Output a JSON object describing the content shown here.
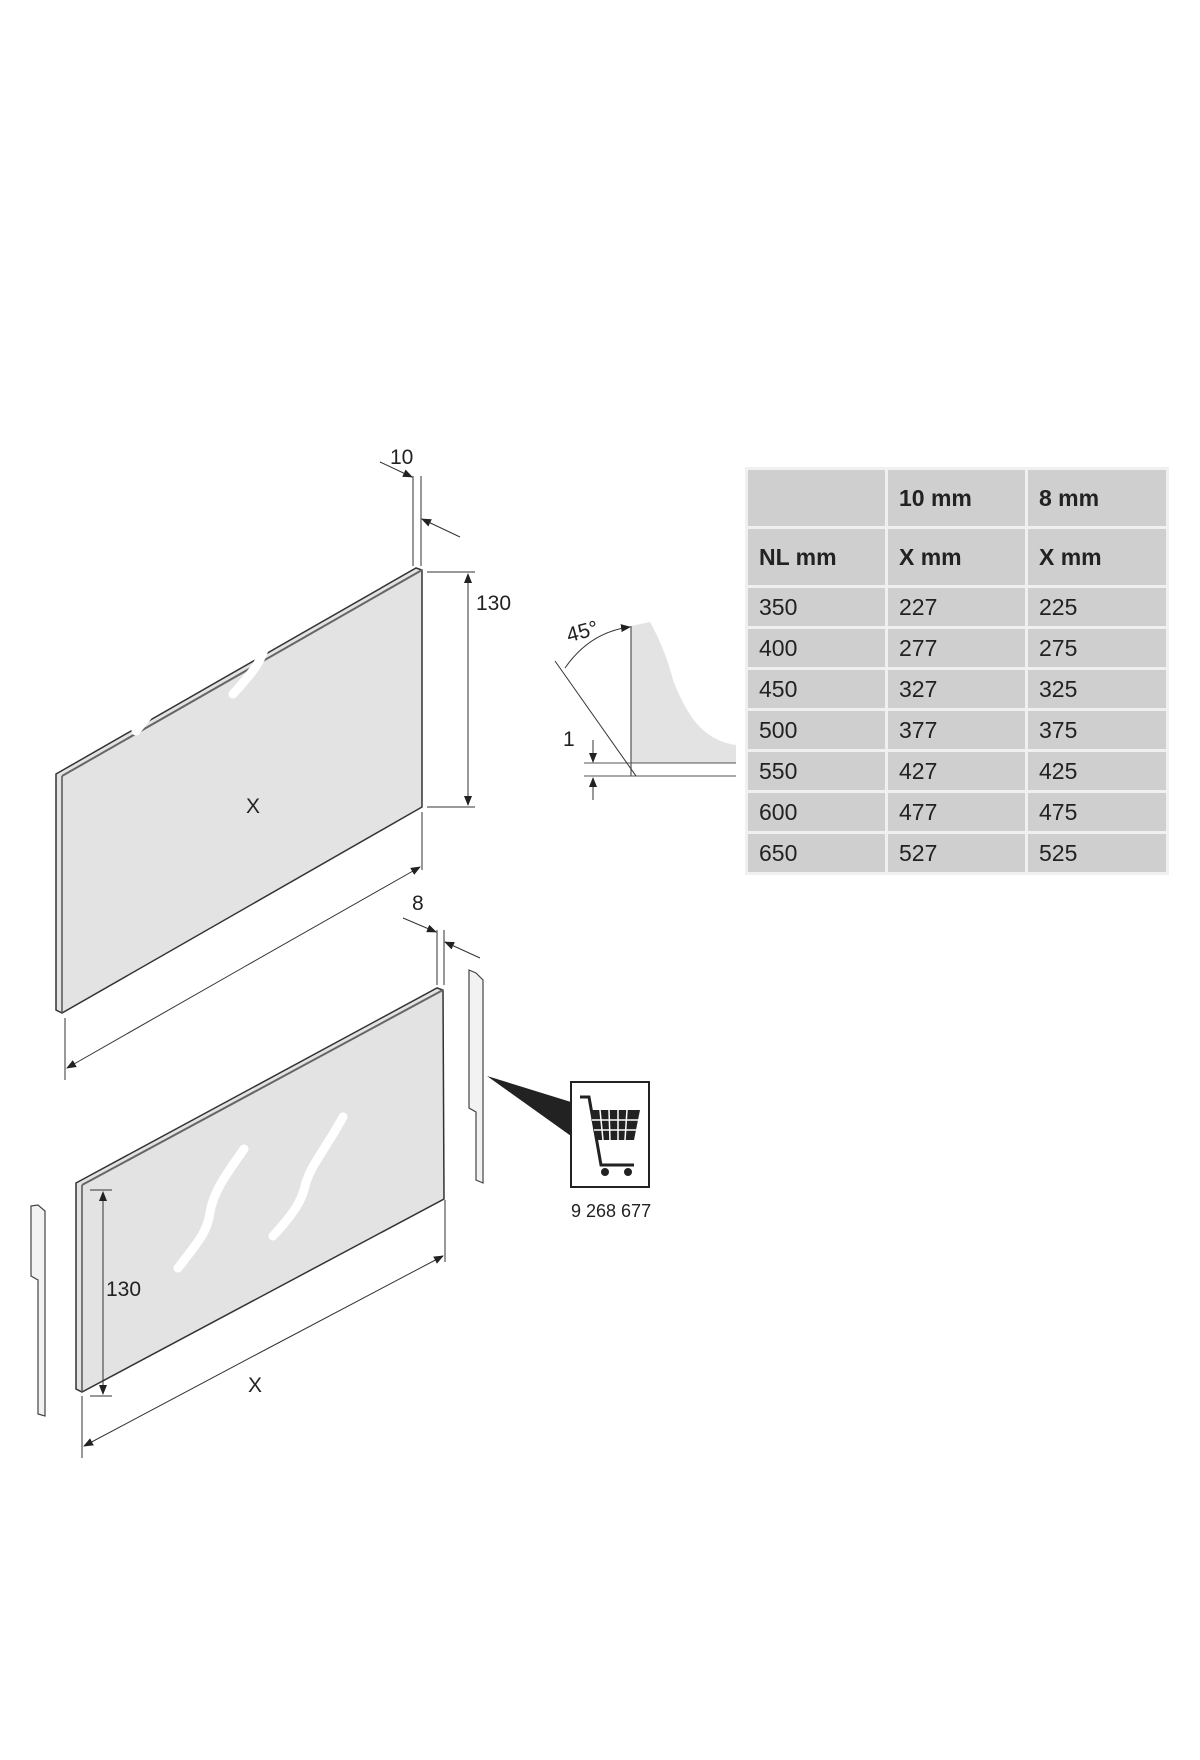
{
  "drawing_top": {
    "thickness_label": "10",
    "height_label": "130",
    "length_label": "X"
  },
  "bevel_detail": {
    "angle_label": "45°",
    "offset_label": "1"
  },
  "drawing_bottom": {
    "thickness_label": "8",
    "height_label": "130",
    "length_label": "X",
    "part_number": "9 268 677"
  },
  "colors": {
    "panel": "#e3e3e3",
    "table_bg": "#cfcfcf",
    "line": "#333333"
  },
  "table": {
    "header_row1": [
      "",
      "10 mm",
      "8 mm"
    ],
    "header_row2": [
      "NL mm",
      "X mm",
      "X mm"
    ],
    "rows": [
      [
        "350",
        "227",
        "225"
      ],
      [
        "400",
        "277",
        "275"
      ],
      [
        "450",
        "327",
        "325"
      ],
      [
        "500",
        "377",
        "375"
      ],
      [
        "550",
        "427",
        "425"
      ],
      [
        "600",
        "477",
        "475"
      ],
      [
        "650",
        "527",
        "525"
      ]
    ]
  }
}
